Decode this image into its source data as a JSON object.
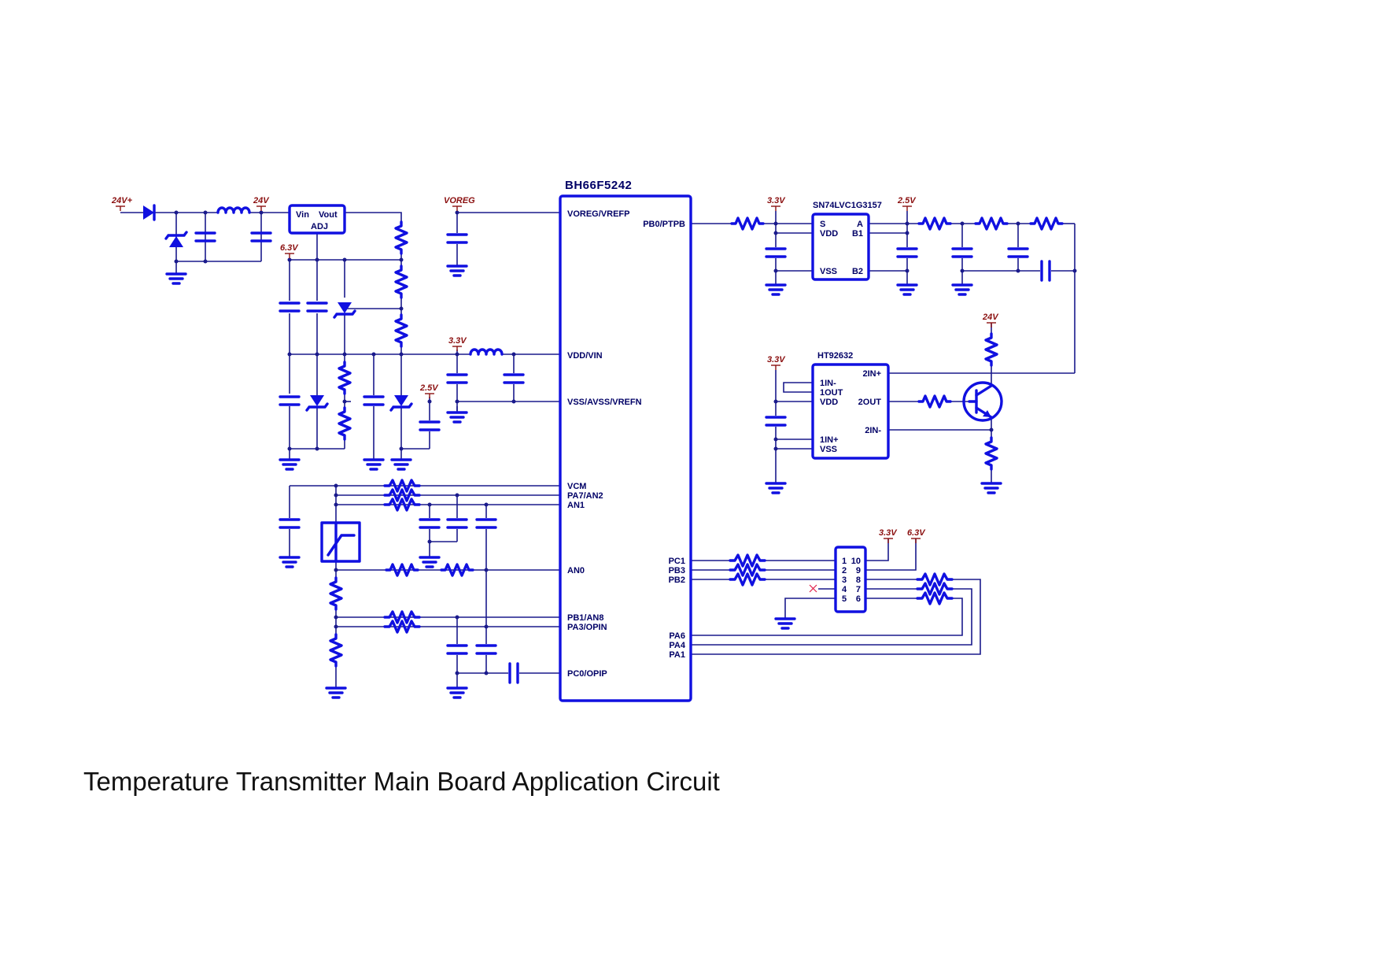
{
  "title": "Temperature Transmitter Main Board Application Circuit",
  "main_ic": {
    "name": "BH66F5242",
    "left_pins": [
      "VOREG/VREFP",
      "VDD/VIN",
      "VSS/AVSS/VREFN",
      "VCM",
      "PA7/AN2",
      "AN1",
      "AN0",
      "PB1/AN8",
      "PA3/OPIN",
      "PC0/OPIP"
    ],
    "right_pins": [
      "PB0/PTPB",
      "PC1",
      "PB3",
      "PB2",
      "PA6",
      "PA4",
      "PA1"
    ]
  },
  "regulator": {
    "pins": [
      "Vin",
      "Vout",
      "ADJ"
    ]
  },
  "switch_ic": {
    "name": "SN74LVC1G3157",
    "pins": [
      "S",
      "VDD",
      "VSS",
      "A",
      "B1",
      "B2"
    ]
  },
  "opamp_ic": {
    "name": "HT92632",
    "pins": [
      "1IN-",
      "1OUT",
      "VDD",
      "1IN+",
      "VSS",
      "2IN+",
      "2OUT",
      "2IN-"
    ]
  },
  "connector": {
    "left_pins": [
      "1",
      "2",
      "3",
      "4",
      "5"
    ],
    "right_pins": [
      "10",
      "9",
      "8",
      "7",
      "6"
    ]
  },
  "power_labels": {
    "input_24v_plus": "24V+",
    "rail_24v_a": "24V",
    "rail_6v3_a": "6.3V",
    "voreg": "VOREG",
    "rail_3v3_a": "3.3V",
    "rail_2v5_a": "2.5V",
    "rail_3v3_b": "3.3V",
    "rail_2v5_b": "2.5V",
    "rail_3v3_c": "3.3V",
    "rail_24v_b": "24V",
    "rail_3v3_d": "3.3V",
    "rail_6v3_b": "6.3V"
  },
  "colors": {
    "component": "#1010e0",
    "wire": "#1a1a8c",
    "power_label": "#8b1010",
    "text": "#000066"
  }
}
